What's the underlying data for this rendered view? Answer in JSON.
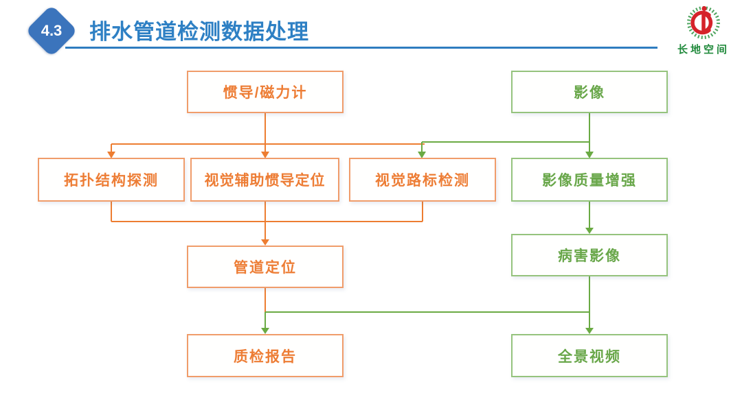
{
  "header": {
    "badge": "4.3",
    "title": "排水管道检测数据处理"
  },
  "logo": {
    "name": "长地空间"
  },
  "colors": {
    "accent_blue": "#2e80c4",
    "rule_blue": "#2e7cc0",
    "badge_blue": "#3b74bc",
    "orange_line": "#ed7d31",
    "orange_border": "#f09c6a",
    "orange_text": "#ed7d35",
    "green_line": "#6aaa43",
    "green_border": "#95c37d",
    "green_text": "#69a74a",
    "logo_red": "#d5232a",
    "logo_green": "#3c9a4e"
  },
  "flowchart": {
    "nodes": {
      "imu": {
        "label": "惯导/磁力计",
        "color": "orange"
      },
      "image": {
        "label": "影像",
        "color": "green"
      },
      "topology": {
        "label": "拓扑结构探测",
        "color": "orange"
      },
      "vio": {
        "label": "视觉辅助惯导定位",
        "color": "orange"
      },
      "landmark": {
        "label": "视觉路标检测",
        "color": "orange"
      },
      "enhance": {
        "label": "影像质量增强",
        "color": "green"
      },
      "pipe_location": {
        "label": "管道定位",
        "color": "orange"
      },
      "defect_image": {
        "label": "病害影像",
        "color": "green"
      },
      "qc_report": {
        "label": "质检报告",
        "color": "orange"
      },
      "panorama": {
        "label": "全景视频",
        "color": "green"
      }
    },
    "edges": [
      {
        "from": "imu",
        "to": "topology",
        "color": "orange"
      },
      {
        "from": "imu",
        "to": "vio",
        "color": "orange"
      },
      {
        "from": "image",
        "to": "landmark",
        "color": "green"
      },
      {
        "from": "image",
        "to": "enhance",
        "color": "green"
      },
      {
        "from": "topology",
        "to": "pipe_location",
        "color": "orange"
      },
      {
        "from": "vio",
        "to": "pipe_location",
        "color": "orange"
      },
      {
        "from": "landmark",
        "to": "pipe_location",
        "color": "orange"
      },
      {
        "from": "enhance",
        "to": "defect_image",
        "color": "green"
      },
      {
        "from": "pipe_location",
        "to": "qc_report",
        "color": "green"
      },
      {
        "from": "defect_image",
        "to": "qc_report",
        "color": "green"
      },
      {
        "from": "pipe_location",
        "to": "panorama",
        "color": "green"
      },
      {
        "from": "defect_image",
        "to": "panorama",
        "color": "green"
      }
    ]
  }
}
